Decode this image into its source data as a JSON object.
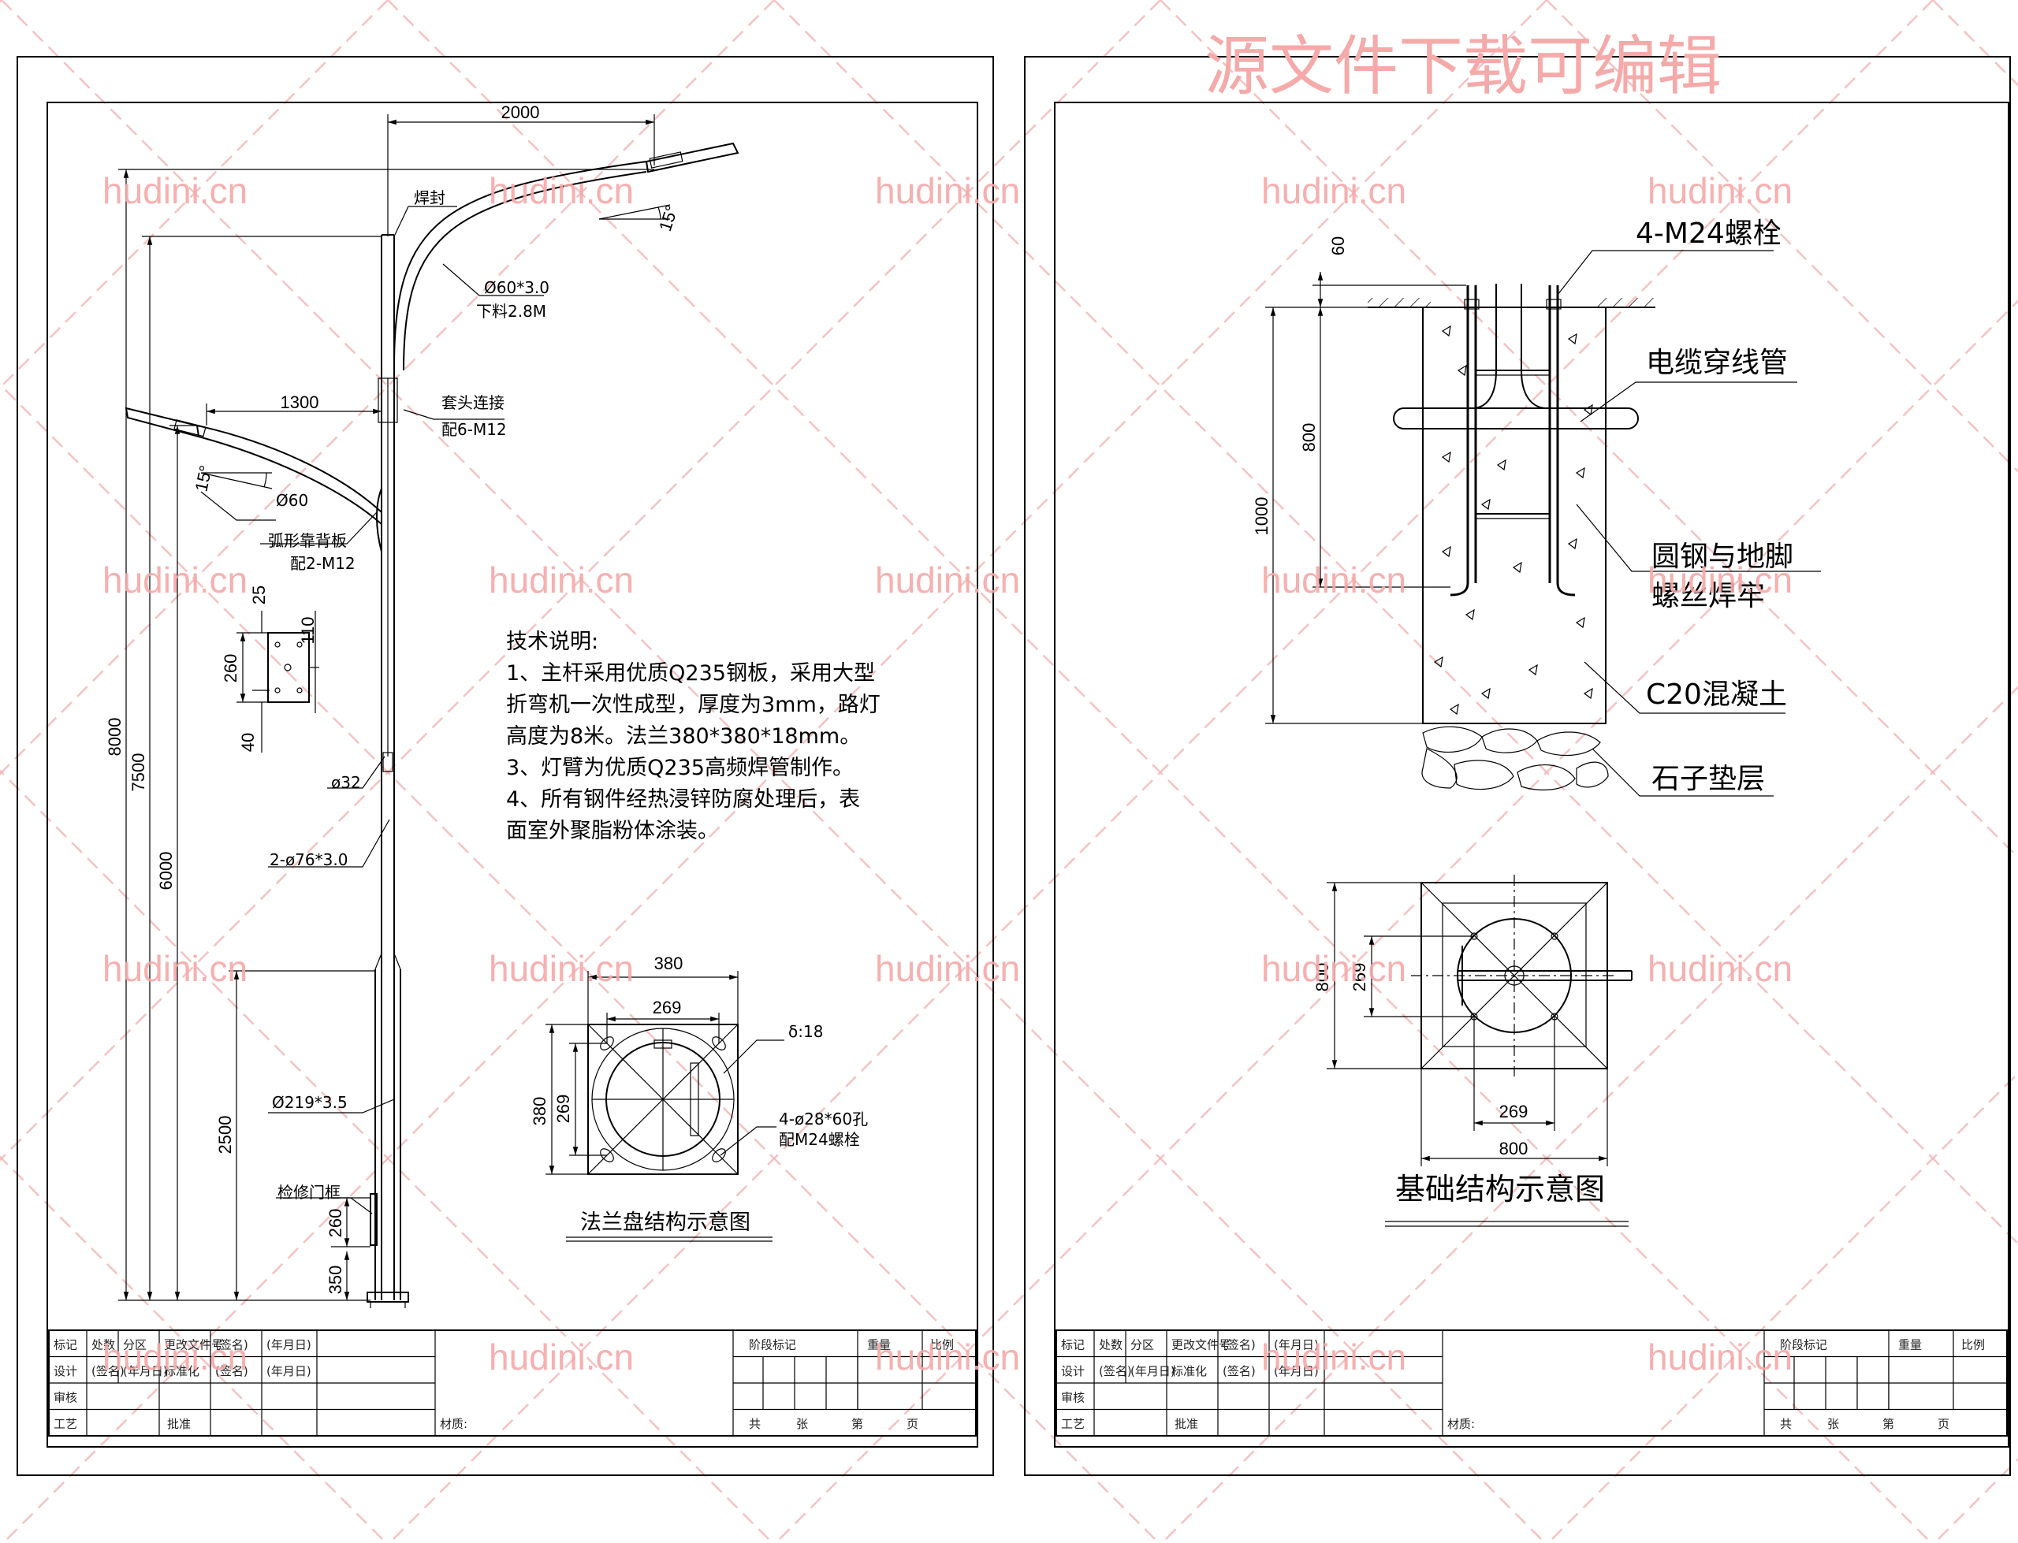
{
  "watermark": {
    "site": "hudini.cn",
    "top_text": "源文件下载可编辑"
  },
  "left_sheet": {
    "dims": {
      "arm_span": "2000",
      "short_arm": "1300",
      "h_total": "8000",
      "h_arm": "7500",
      "h_short": "6000",
      "h_door_zone": "2500",
      "door_h": "260",
      "door_base": "350",
      "plate_25": "25",
      "plate_110": "110",
      "plate_260": "260",
      "plate_40": "40"
    },
    "angles": {
      "upper": "15°",
      "lower": "15°"
    },
    "labels": {
      "weld": "焊封",
      "pipe_spec": "Ø60*3.0",
      "cut_len": "下料2.8M",
      "socket": "套头连接",
      "socket_bolt": "配6-M12",
      "lower_arm": "Ø60",
      "arc_plate": "弧形靠背板",
      "arc_bolt": "配2-M12",
      "phi32": "ø32",
      "pipe2": "2-ø76*3.0",
      "main_pole": "Ø219*3.5",
      "door": "检修门框"
    },
    "notes": [
      "技术说明:",
      "1、主杆采用优质Q235钢板，采用大型",
      "折弯机一次性成型，厚度为3mm，路灯",
      "高度为8米。法兰380*380*18mm。",
      "3、灯臂为优质Q235高频焊管制作。",
      "4、所有钢件经热浸锌防腐处理后，表",
      "面室外聚脂粉体涂装。"
    ],
    "flange": {
      "title": "法兰盘结构示意图",
      "w_outer": "380",
      "w_inner": "269",
      "h_outer": "380",
      "h_inner": "269",
      "thickness": "δ:18",
      "holes": "4-ø28*60孔",
      "bolts": "配M24螺栓"
    }
  },
  "right_sheet": {
    "dims": {
      "d60": "60",
      "d800": "800",
      "d1000": "1000",
      "p800h": "800",
      "p269h": "269",
      "p269w": "269",
      "p800w": "800"
    },
    "labels": {
      "bolt": "4-M24螺栓",
      "cable": "电缆穿线管",
      "weld_1": "圆钢与地脚",
      "weld_2": "螺丝焊牢",
      "concrete": "C20混凝土",
      "gravel": "石子垫层",
      "plan_title": "基础结构示意图"
    }
  },
  "title_block": {
    "r1": [
      "标记",
      "处数",
      "分区",
      "更改文件号",
      "(签名)",
      "(年月日)"
    ],
    "r2": [
      "设计",
      "(签名)",
      "(年月日)",
      "标准化",
      "(签名)",
      "(年月日)"
    ],
    "r3": [
      "审核"
    ],
    "r4": [
      "工艺",
      "批准"
    ],
    "stage": "阶段标记",
    "weight": "重量",
    "scale": "比例",
    "material": "材质:",
    "pages": [
      "共",
      "张",
      "第",
      "页"
    ]
  }
}
